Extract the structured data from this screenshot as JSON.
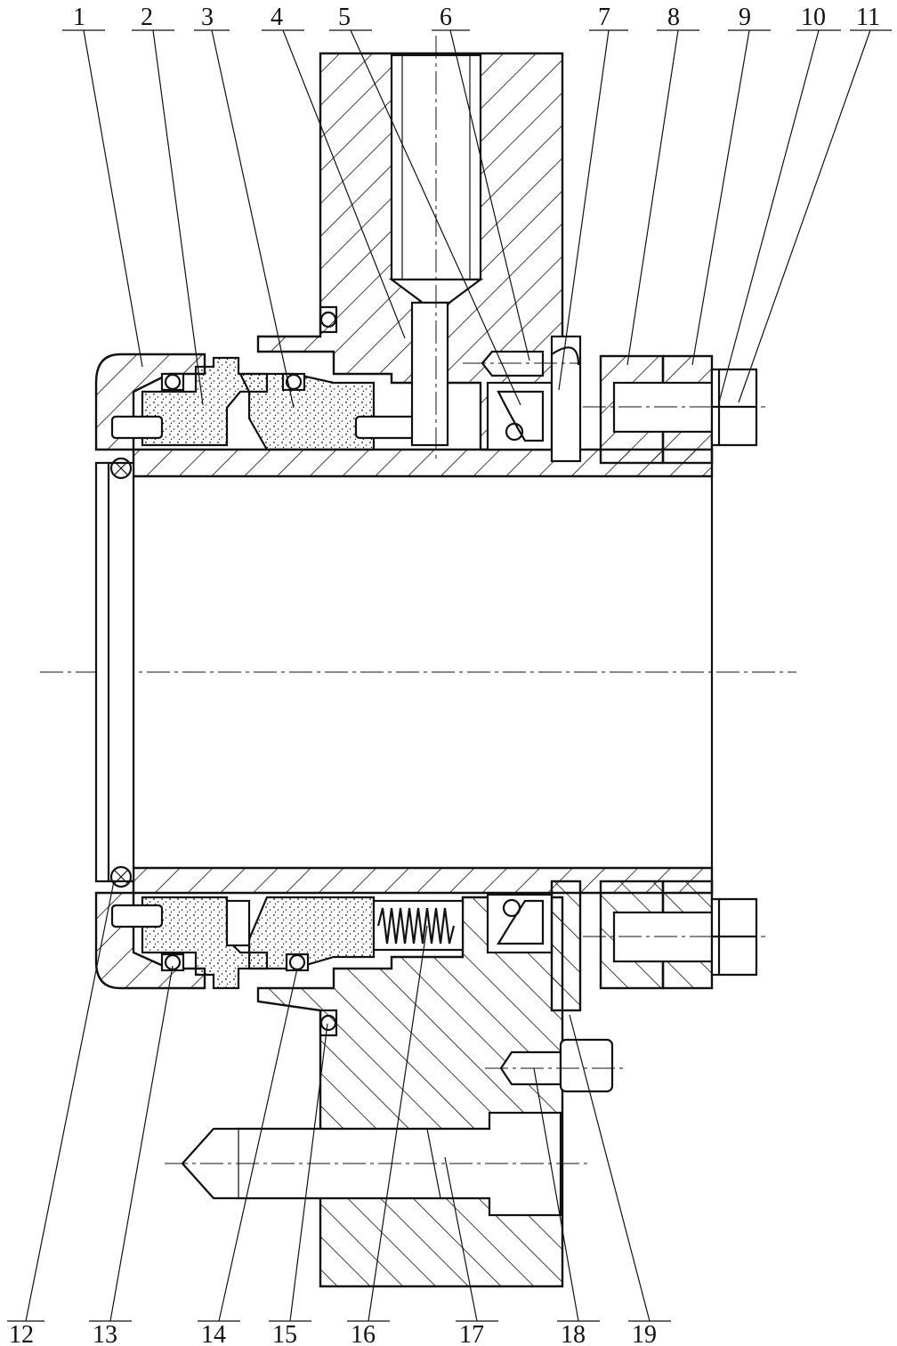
{
  "callouts": {
    "top": [
      "1",
      "2",
      "3",
      "4",
      "5",
      "6",
      "7",
      "8",
      "9",
      "10",
      "11"
    ],
    "bottom": [
      "12",
      "13",
      "14",
      "15",
      "16",
      "17",
      "18",
      "19"
    ]
  }
}
